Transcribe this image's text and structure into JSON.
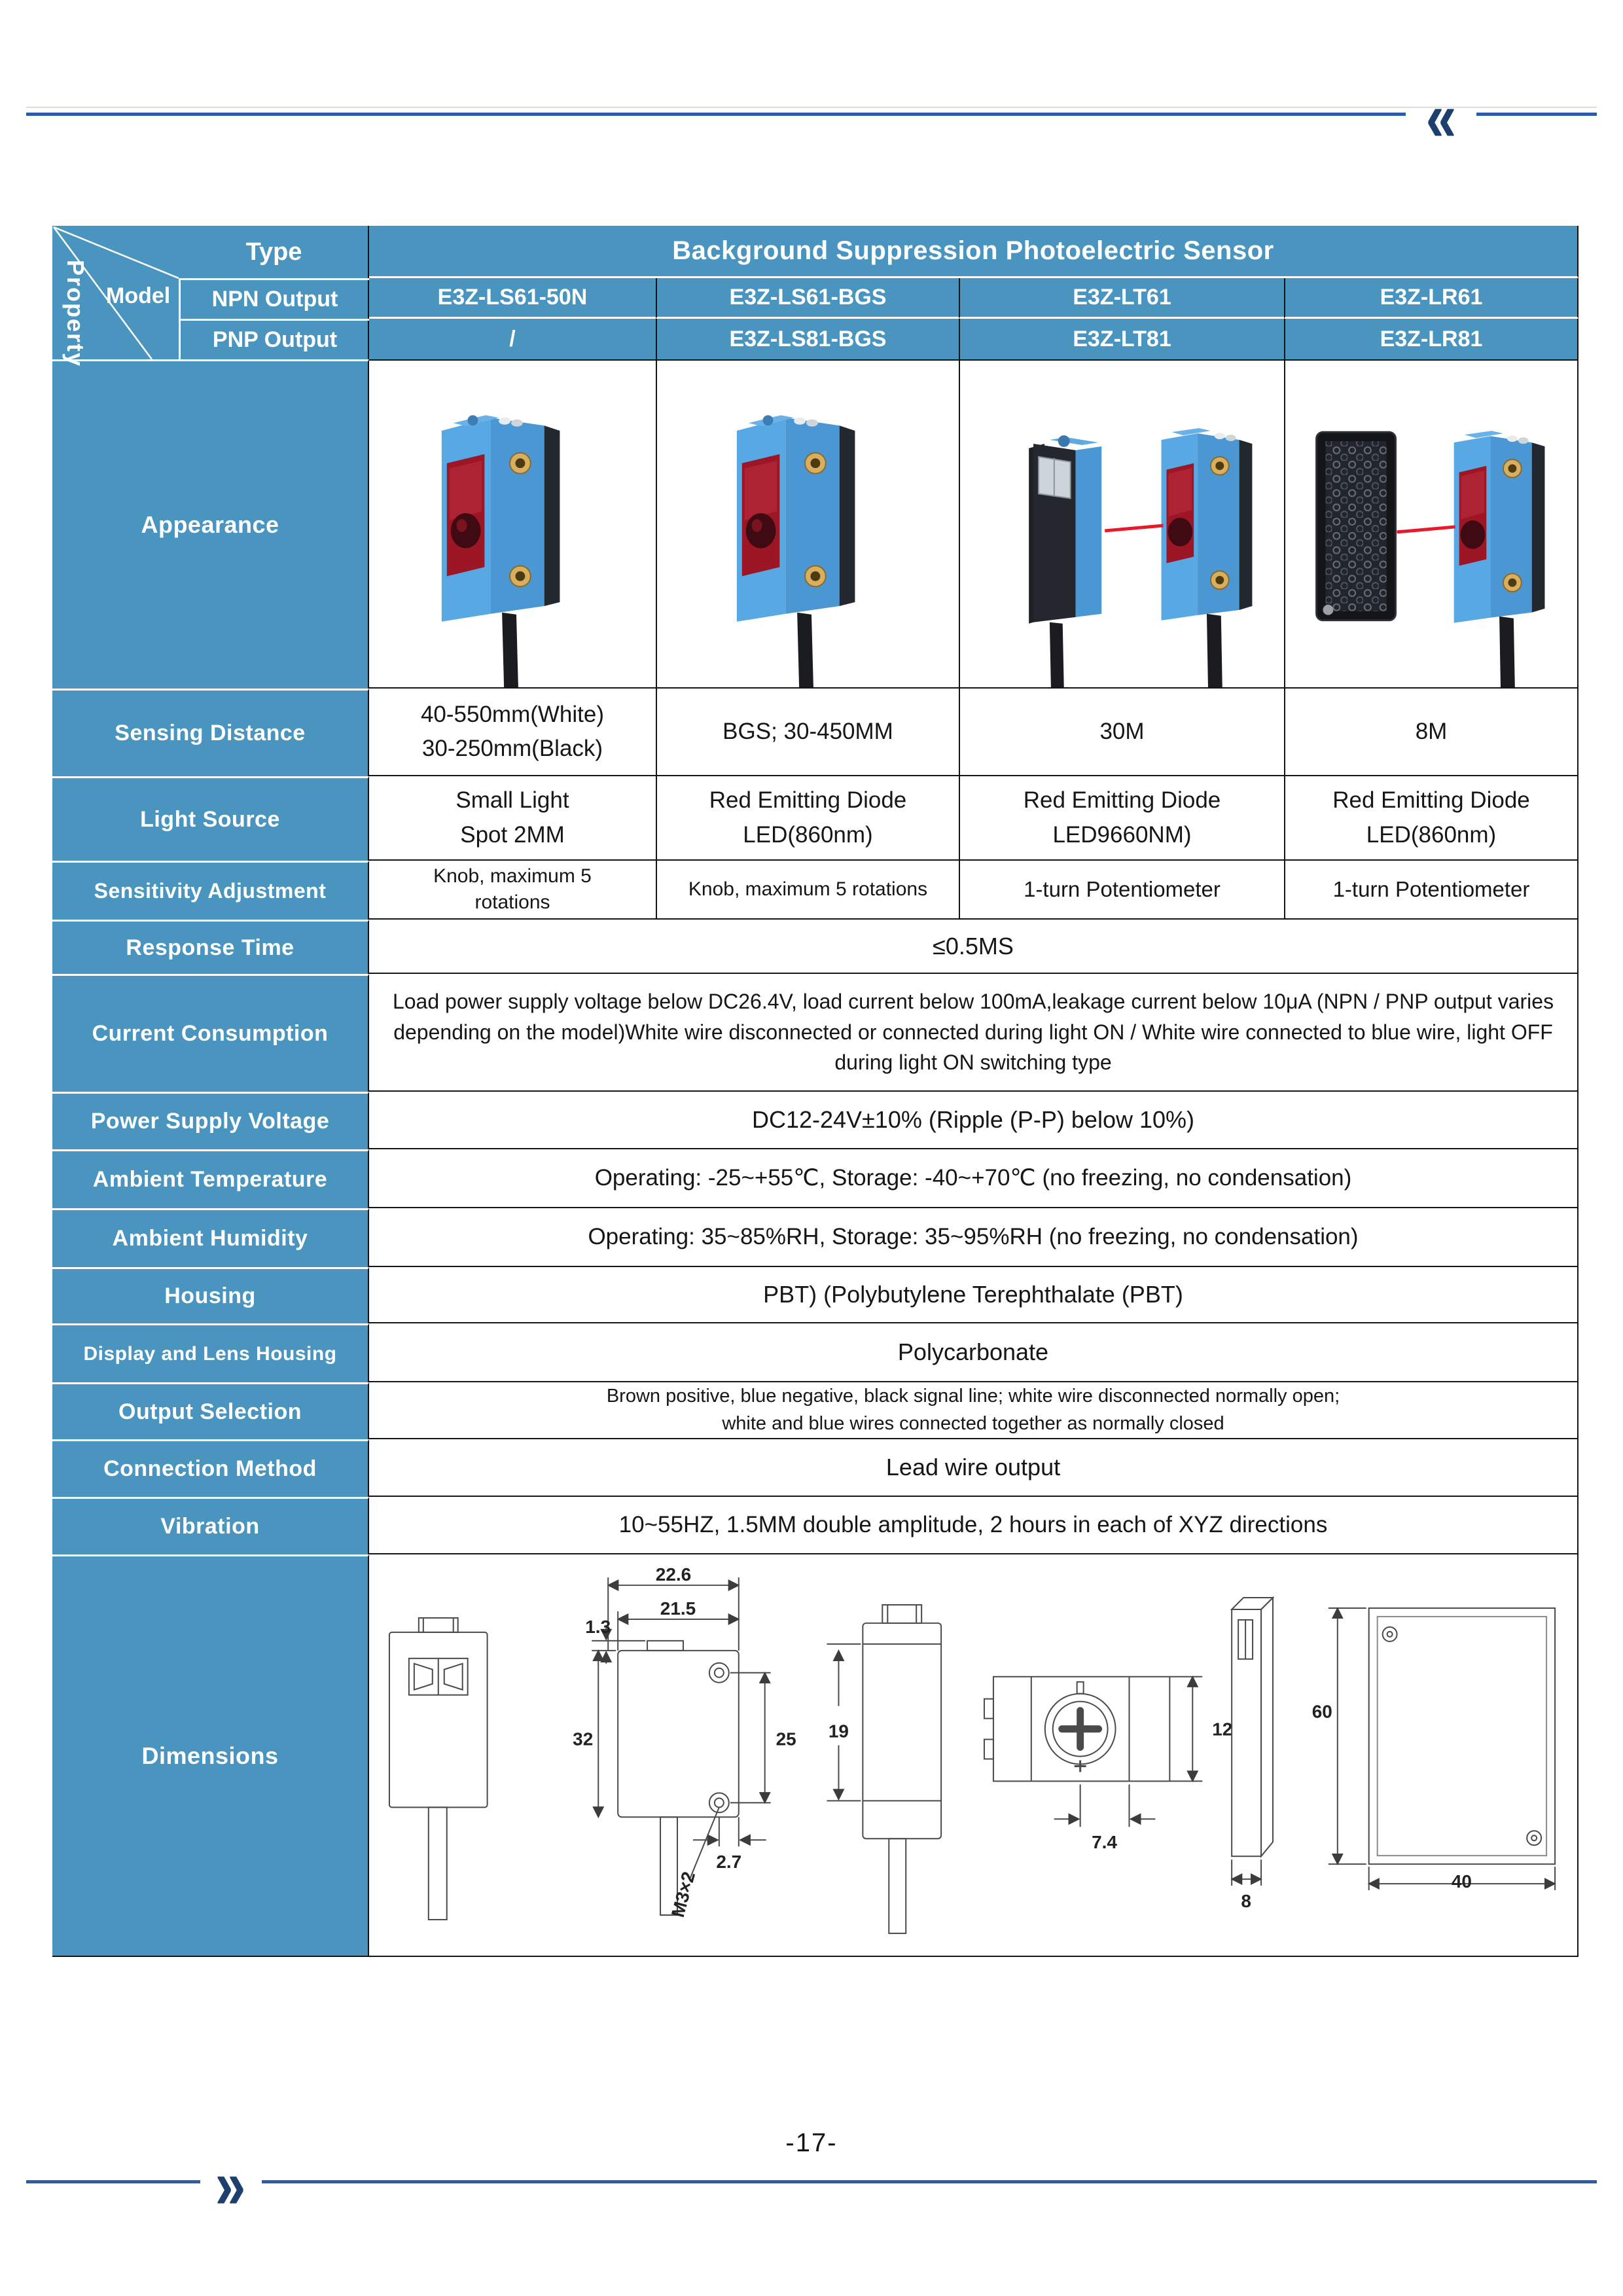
{
  "page": {
    "number": "-17-"
  },
  "nav": {
    "back": "«",
    "forward": "»"
  },
  "table": {
    "corner": {
      "property": "Property",
      "model": "Model",
      "type": "Type"
    },
    "type_value": "Background Suppression Photoelectric Sensor",
    "npn": {
      "label": "NPN Output",
      "models": [
        "E3Z-LS61-50N",
        "E3Z-LS61-BGS",
        "E3Z-LT61",
        "E3Z-LR61"
      ]
    },
    "pnp": {
      "label": "PNP Output",
      "models": [
        "/",
        "E3Z-LS81-BGS",
        "E3Z-LT81",
        "E3Z-LR81"
      ]
    },
    "appearance": {
      "label": "Appearance"
    },
    "sensing": {
      "label": "Sensing Distance",
      "v1l1": "40-550mm(White)",
      "v1l2": "30-250mm(Black)",
      "v2": "BGS; 30-450MM",
      "v3": "30M",
      "v4": "8M"
    },
    "light": {
      "label": "Light Source",
      "v1l1": "Small Light",
      "v1l2": "Spot 2MM",
      "v2l1": "Red Emitting Diode",
      "v2l2": "LED(860nm)",
      "v3l1": "Red Emitting Diode",
      "v3l2": "LED9660NM)",
      "v4l1": "Red Emitting Diode",
      "v4l2": "LED(860nm)"
    },
    "sensitivity": {
      "label": "Sensitivity Adjustment",
      "v1": "Knob, maximum 5 rotations",
      "v2": "Knob, maximum 5 rotations",
      "v3": "1-turn Potentiometer",
      "v4": "1-turn Potentiometer"
    },
    "response": {
      "label": "Response Time",
      "value": "≤0.5MS"
    },
    "current": {
      "label": "Current Consumption",
      "value": "Load power supply voltage below DC26.4V, load current below 100mA,leakage current below 10μA (NPN / PNP output varies depending on the model)White wire disconnected or connected during light ON / White wire connected to blue wire, light OFF during light ON switching type"
    },
    "power": {
      "label": "Power Supply Voltage",
      "value": "DC12-24V±10% (Ripple (P-P) below 10%)"
    },
    "temperature": {
      "label": "Ambient Temperature",
      "value": "Operating: -25~+55℃, Storage: -40~+70℃ (no freezing, no condensation)"
    },
    "humidity": {
      "label": "Ambient Humidity",
      "value": "Operating: 35~85%RH, Storage: 35~95%RH (no freezing, no condensation)"
    },
    "housing": {
      "label": "Housing",
      "value": "PBT) (Polybutylene Terephthalate (PBT)"
    },
    "display_lens": {
      "label": "Display and Lens Housing",
      "value": "Polycarbonate"
    },
    "output": {
      "label": "Output Selection",
      "l1": "Brown positive, blue negative, black signal line; white wire disconnected normally open;",
      "l2": "white and blue wires connected together as normally closed"
    },
    "connection": {
      "label": "Connection Method",
      "value": "Lead wire output"
    },
    "vibration": {
      "label": "Vibration",
      "value": "10~55HZ, 1.5MM double amplitude, 2 hours in each of XYZ directions"
    },
    "dimensions": {
      "label": "Dimensions"
    }
  },
  "dims": {
    "w_outer": "22.6",
    "w_inner": "21.5",
    "cap_h": "1.3",
    "body_h": "32",
    "hole_pitch": "25",
    "hole_edge": "2.7",
    "screw": "M3×2",
    "side_h": "19",
    "pot_h": "12",
    "pot_off": "7.4",
    "refl_t": "8",
    "refl_h": "60",
    "refl_w": "40"
  },
  "colors": {
    "accent_blue": "#4a95c0",
    "rule_blue": "#2a5da9",
    "chevron_navy": "#1d3f6e",
    "beam_red": "#e8192c"
  }
}
